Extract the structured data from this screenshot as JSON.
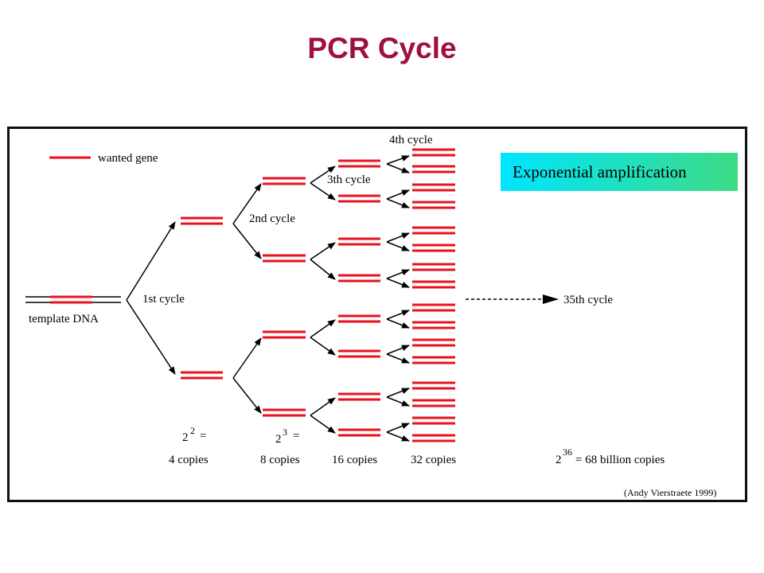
{
  "title": "PCR Cycle",
  "legend": {
    "label": "wanted gene"
  },
  "banner": {
    "text": "Exponential amplification"
  },
  "labels": {
    "template": "template DNA",
    "cycle1": "1st cycle",
    "cycle2": "2nd cycle",
    "cycle3": "3th cycle",
    "cycle4": "4th cycle",
    "cycle35": "35th cycle"
  },
  "counts": [
    {
      "base": "2",
      "exp": "2",
      "eq": "=",
      "text": "4 copies"
    },
    {
      "base": "2",
      "exp": "3",
      "eq": "=",
      "text": "8 copies"
    },
    {
      "text": "16 copies"
    },
    {
      "text": "32 copies"
    }
  ],
  "final": {
    "base": "2",
    "exp": "36",
    "text": "= 68 billion copies"
  },
  "credit": "(Andy Vierstraete 1999)",
  "colors": {
    "gene": "#e8121e",
    "title": "#a0103c",
    "banner_from": "#00e5ff",
    "banner_to": "#3ddc84"
  }
}
